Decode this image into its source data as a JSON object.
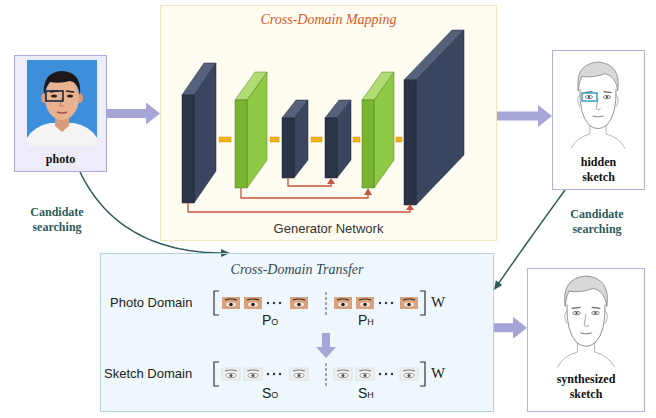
{
  "diagram": {
    "nodes": [
      {
        "text": [
          "photo"
        ]
      },
      {
        "text": [
          "Cross-Domain Mapping",
          "Generator Network"
        ]
      },
      {
        "text": [
          "hidden sketch"
        ]
      },
      {
        "text": [
          "Cross-Domain Transfer"
        ]
      },
      {
        "text": [
          "synthesized sketch"
        ]
      }
    ],
    "edges": [
      {
        "from": 0,
        "to": 1,
        "arrow": "to"
      },
      {
        "from": 1,
        "to": 2,
        "arrow": "to"
      },
      {
        "from": 0,
        "to": 3,
        "label": "Candidate searching",
        "arrow": "to"
      },
      {
        "from": 2,
        "to": 3,
        "label": "Candidate searching",
        "arrow": "to"
      },
      {
        "from": 3,
        "to": 4,
        "arrow": "to"
      }
    ],
    "labels": [
      "Photo Domain",
      "PO",
      "PH",
      "W",
      "Sketch Domain",
      "SO",
      "SH",
      "W"
    ]
  }
}
